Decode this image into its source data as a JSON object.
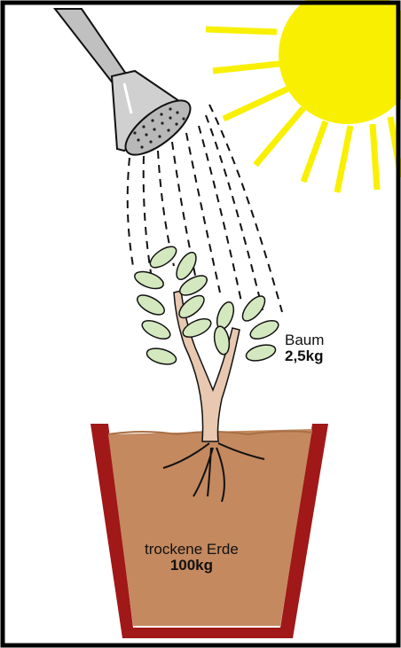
{
  "tree": {
    "name": "Baum",
    "mass": "2,5kg"
  },
  "soil": {
    "name": "trockene Erde",
    "mass": "100kg"
  },
  "colors": {
    "frame": "#000000",
    "sun": "#f8f000",
    "soil": "#c4895f",
    "pot": "#a01818",
    "leaf": "#d4e8c0",
    "trunk": "#e8c8b0",
    "can": "#c0c0c0"
  },
  "icons": [
    "sun-icon",
    "watering-can-icon",
    "plant-icon",
    "pot-icon"
  ]
}
